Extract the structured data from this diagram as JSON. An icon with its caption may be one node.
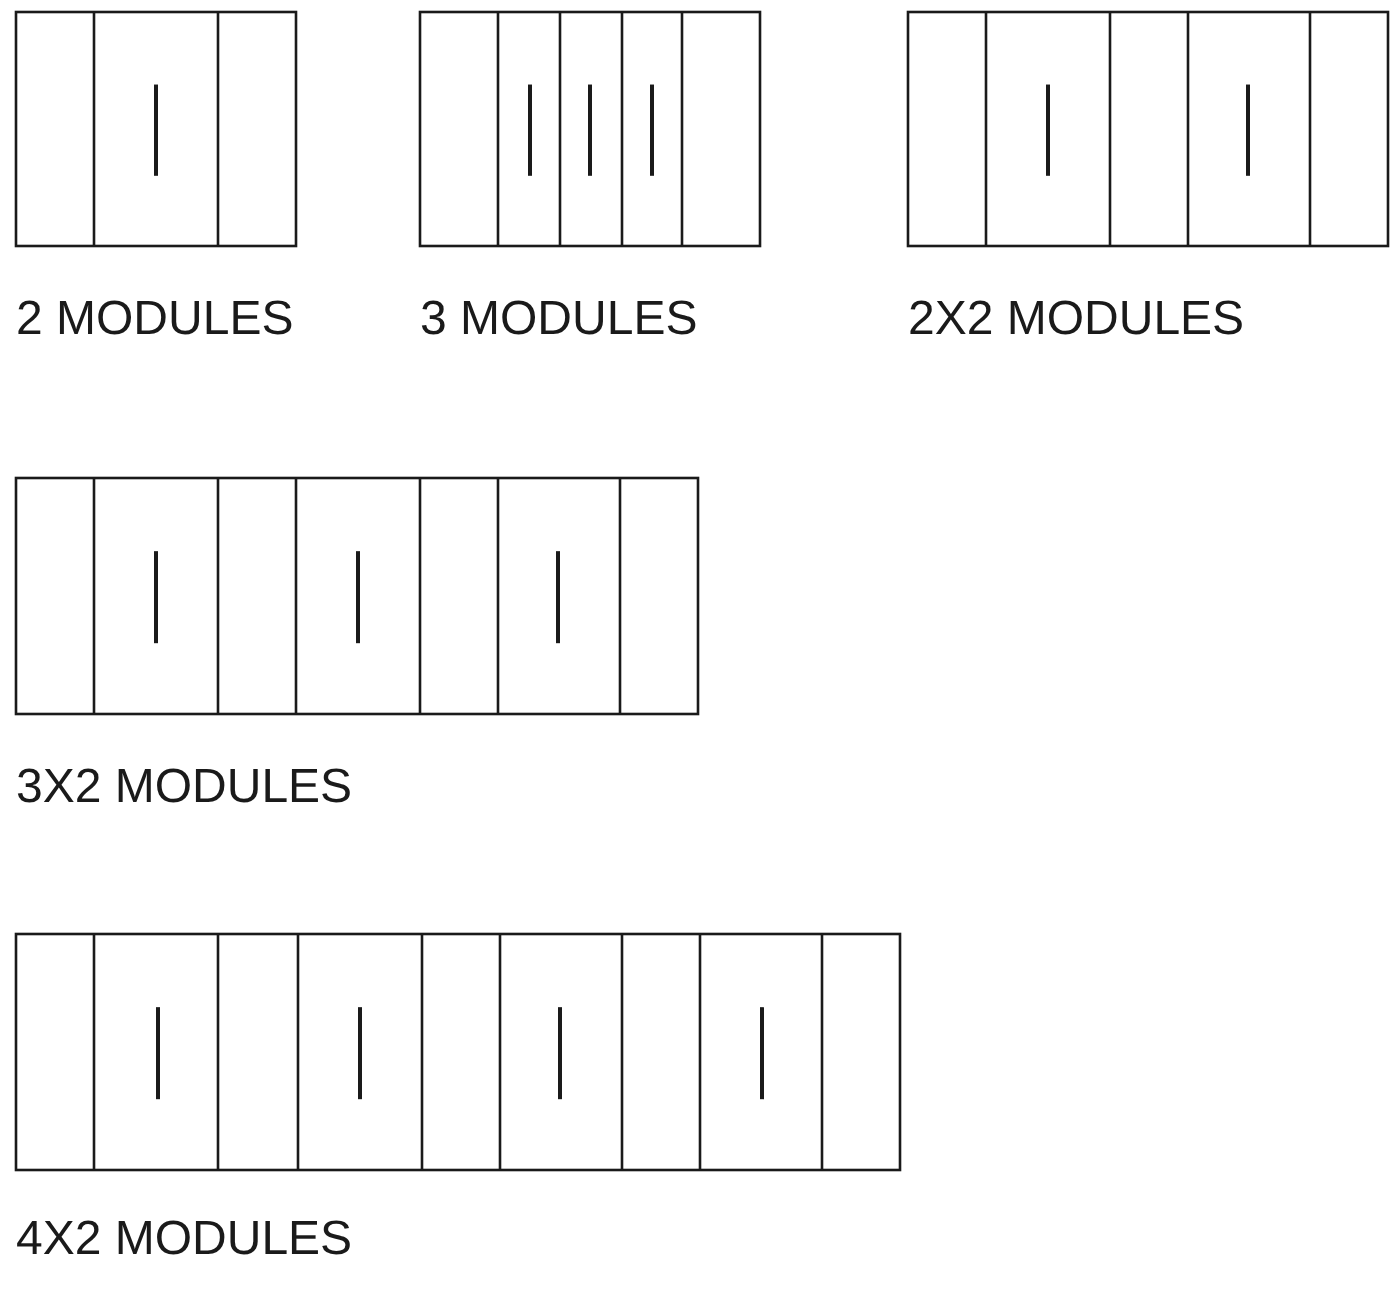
{
  "diagram": {
    "labels": [
      "2 MODULES",
      "3 MODULES",
      "2X2 MODULES",
      "3X2 MODULES",
      "4X2 MODULES"
    ]
  }
}
